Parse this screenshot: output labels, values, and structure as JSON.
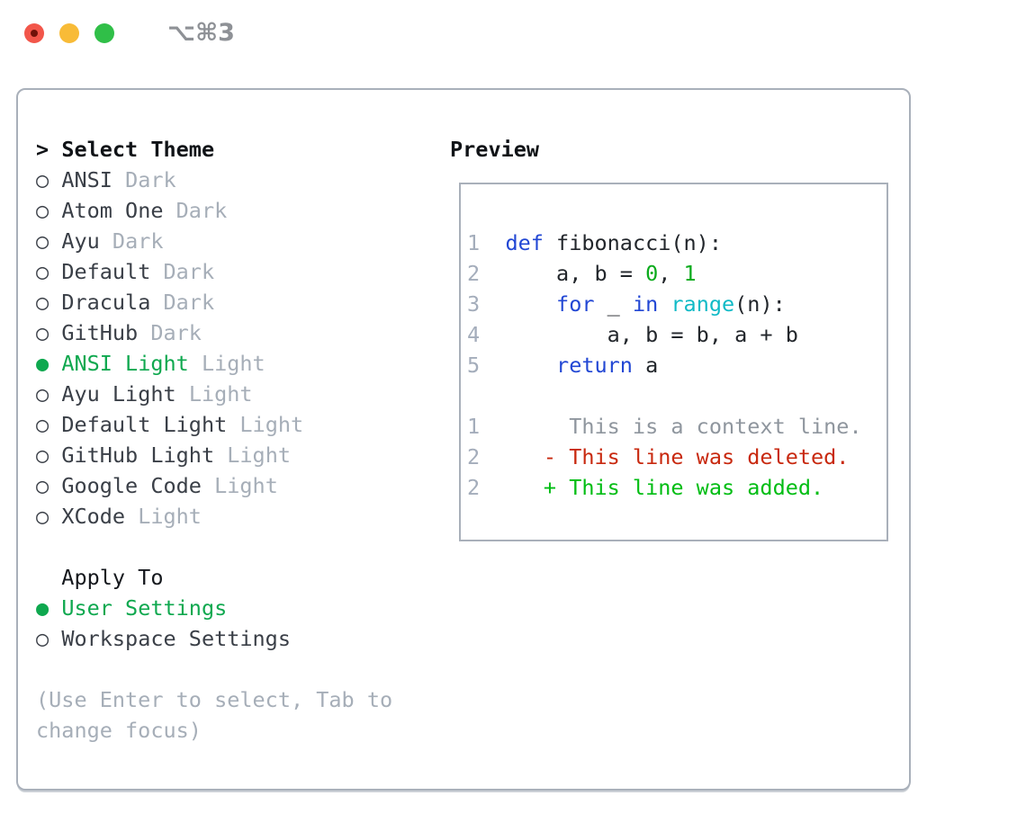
{
  "window": {
    "title": "⌥⌘3"
  },
  "traffic_lights": {
    "close": "#f2564a",
    "close_dot": "#701209",
    "minimize": "#f8bb37",
    "zoom": "#30bf48"
  },
  "glyphs": {
    "focus_prompt": ">",
    "selected_marker": "●",
    "unselected_marker": "○"
  },
  "colors": {
    "selection_green": "#0fa84f",
    "diff_added_green": "#00bd13",
    "code_literal_green": "#0cab1d",
    "keyword_blue": "#2247d4",
    "builtin_cyan": "#10bac6",
    "diff_deleted_red": "#c8290f",
    "code_text": "#22262b",
    "item_text": "#3a3f47",
    "muted_gray": "#a6aeb8",
    "context_gray": "#8f969e",
    "line_number_gray": "#a4adbb",
    "panel_border": "#a9b0ba",
    "header_text": "#101317",
    "title_gray": "#8e9196"
  },
  "theme_panel": {
    "header": "Select Theme",
    "themes": [
      {
        "name": "ANSI",
        "variant": "Dark",
        "selected": false
      },
      {
        "name": "Atom One",
        "variant": "Dark",
        "selected": false
      },
      {
        "name": "Ayu",
        "variant": "Dark",
        "selected": false
      },
      {
        "name": "Default",
        "variant": "Dark",
        "selected": false
      },
      {
        "name": "Dracula",
        "variant": "Dark",
        "selected": false
      },
      {
        "name": "GitHub",
        "variant": "Dark",
        "selected": false
      },
      {
        "name": "ANSI Light",
        "variant": "Light",
        "selected": true
      },
      {
        "name": "Ayu Light",
        "variant": "Light",
        "selected": false
      },
      {
        "name": "Default Light",
        "variant": "Light",
        "selected": false
      },
      {
        "name": "GitHub Light",
        "variant": "Light",
        "selected": false
      },
      {
        "name": "Google Code",
        "variant": "Light",
        "selected": false
      },
      {
        "name": "XCode",
        "variant": "Light",
        "selected": false
      }
    ],
    "apply_to": {
      "header": "Apply To",
      "options": [
        {
          "name": "User Settings",
          "selected": true
        },
        {
          "name": "Workspace Settings",
          "selected": false
        }
      ]
    },
    "help_lines": [
      "(Use Enter to select, Tab to",
      "change focus)"
    ]
  },
  "preview_panel": {
    "header": "Preview",
    "code_lines": [
      [
        {
          "c": "lineno",
          "t": "1"
        },
        {
          "c": "plain",
          "t": "  "
        },
        {
          "c": "kw",
          "t": "def"
        },
        {
          "c": "plain",
          "t": " fibonacci(n):"
        }
      ],
      [
        {
          "c": "lineno",
          "t": "2"
        },
        {
          "c": "plain",
          "t": "      a, b = "
        },
        {
          "c": "num",
          "t": "0"
        },
        {
          "c": "plain",
          "t": ", "
        },
        {
          "c": "num",
          "t": "1"
        }
      ],
      [
        {
          "c": "lineno",
          "t": "3"
        },
        {
          "c": "plain",
          "t": "      "
        },
        {
          "c": "kw",
          "t": "for"
        },
        {
          "c": "plain",
          "t": " _ "
        },
        {
          "c": "kw",
          "t": "in"
        },
        {
          "c": "plain",
          "t": " "
        },
        {
          "c": "builtin",
          "t": "range"
        },
        {
          "c": "plain",
          "t": "(n):"
        }
      ],
      [
        {
          "c": "lineno",
          "t": "4"
        },
        {
          "c": "plain",
          "t": "          a, b = b, a + b"
        }
      ],
      [
        {
          "c": "lineno",
          "t": "5"
        },
        {
          "c": "plain",
          "t": "      "
        },
        {
          "c": "kw",
          "t": "return"
        },
        {
          "c": "plain",
          "t": " a"
        }
      ]
    ],
    "diff_lines": [
      [
        {
          "c": "lineno",
          "t": "1"
        },
        {
          "c": "ctx",
          "t": "       This is a context line."
        }
      ],
      [
        {
          "c": "lineno",
          "t": "2"
        },
        {
          "c": "del",
          "t": "     - This line was deleted."
        }
      ],
      [
        {
          "c": "lineno",
          "t": "2"
        },
        {
          "c": "add",
          "t": "     + This line was added."
        }
      ]
    ]
  }
}
